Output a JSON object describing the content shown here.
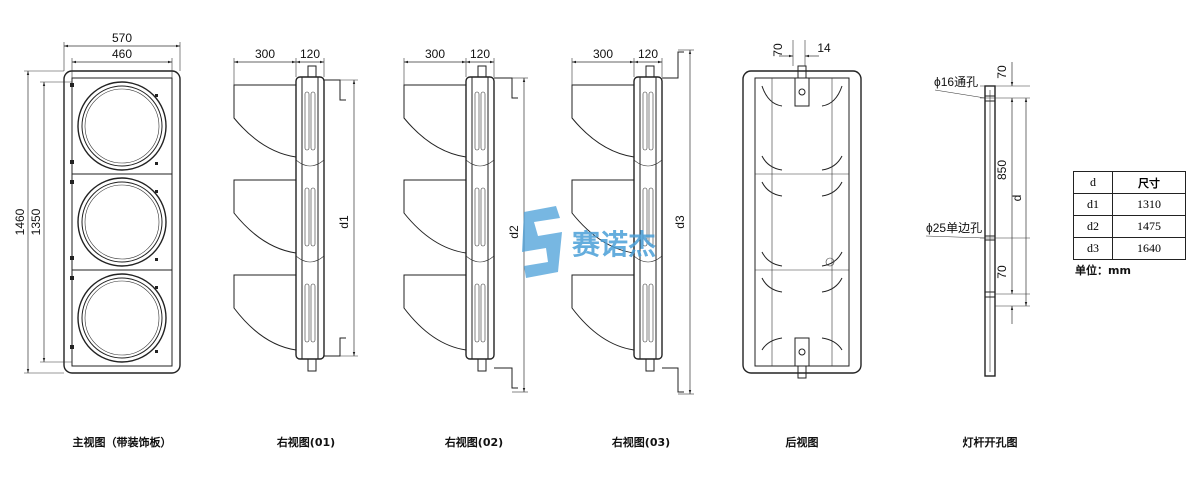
{
  "views": {
    "front": {
      "caption": "主视图（带装饰板）",
      "dims": {
        "outer_width": "570",
        "inner_width": "460",
        "total_height": "1460",
        "inner_height": "1350"
      }
    },
    "side01": {
      "caption": "右视图(01)",
      "dims": {
        "depth": "300",
        "body": "120",
        "length": "d1"
      }
    },
    "side02": {
      "caption": "右视图(02)",
      "dims": {
        "depth": "300",
        "body": "120",
        "length": "d2"
      }
    },
    "side03": {
      "caption": "右视图(03)",
      "dims": {
        "depth": "300",
        "body": "120",
        "length": "d3"
      }
    },
    "back": {
      "caption": "后视图",
      "dims": {
        "a": "70",
        "b": "14"
      }
    },
    "pole": {
      "caption": "灯杆开孔图",
      "labels": {
        "hole16": "ϕ16通孔",
        "hole25": "ϕ25单边孔",
        "top": "70",
        "mid": "850",
        "bottom": "70",
        "d": "d"
      }
    }
  },
  "table": {
    "header": [
      "d",
      "尺寸"
    ],
    "rows": [
      [
        "d1",
        "1310"
      ],
      [
        "d2",
        "1475"
      ],
      [
        "d3",
        "1640"
      ]
    ]
  },
  "unit": "单位：mm",
  "watermark": {
    "text": "赛诺杰",
    "color": "#4a9fd8"
  }
}
